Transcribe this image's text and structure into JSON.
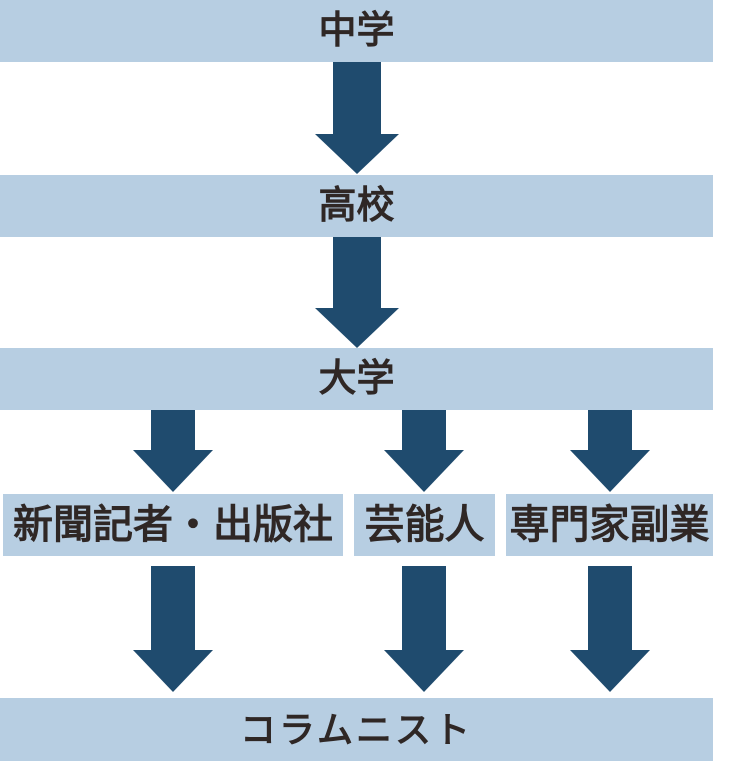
{
  "diagram": {
    "type": "flowchart",
    "direction": "top-down",
    "colors": {
      "band_background": "#b7cee2",
      "arrow": "#1f4b6e",
      "text": "#2f2725",
      "page_background": "#ffffff"
    },
    "stages": [
      {
        "label": "中学"
      },
      {
        "label": "高校"
      },
      {
        "label": "大学"
      }
    ],
    "branches": [
      {
        "label": "新聞記者・出版社"
      },
      {
        "label": "芸能人"
      },
      {
        "label": "専門家副業"
      }
    ],
    "final_stage": {
      "label": "コラムニスト"
    }
  }
}
